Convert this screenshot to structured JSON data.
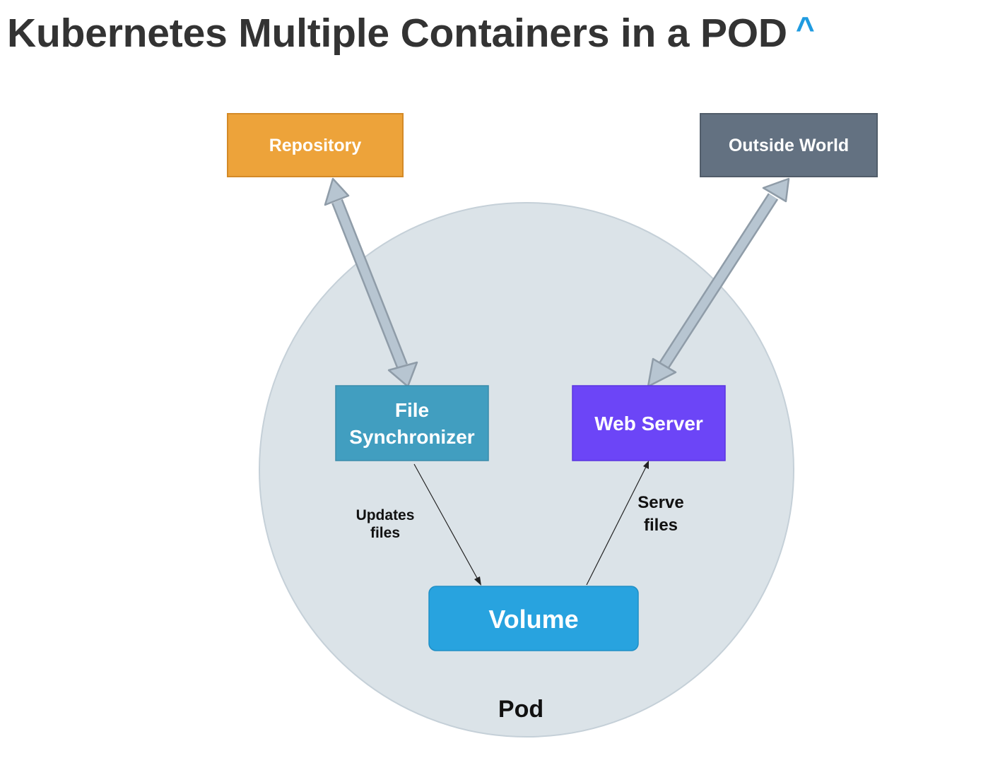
{
  "heading": {
    "title": "Kubernetes Multiple Containers in a POD",
    "back_to_top_link": "^"
  },
  "diagram": {
    "pod_label": "Pod",
    "nodes": {
      "repository": "Repository",
      "outside_world": "Outside World",
      "file_synchronizer": [
        "File",
        "Synchronizer"
      ],
      "web_server": "Web Server",
      "volume": "Volume"
    },
    "edges": {
      "updates_files": [
        "Updates",
        "files"
      ],
      "serve_files": [
        "Serve",
        "files"
      ]
    },
    "colors": {
      "pod_fill": "#dbe3e8",
      "repository": "#eda33a",
      "outside_world": "#637181",
      "file_synchronizer": "#419ec0",
      "web_server": "#6c45f7",
      "volume": "#28a3df",
      "big_arrow": "#b7c5d1",
      "title_link": "#1f9be0"
    }
  }
}
